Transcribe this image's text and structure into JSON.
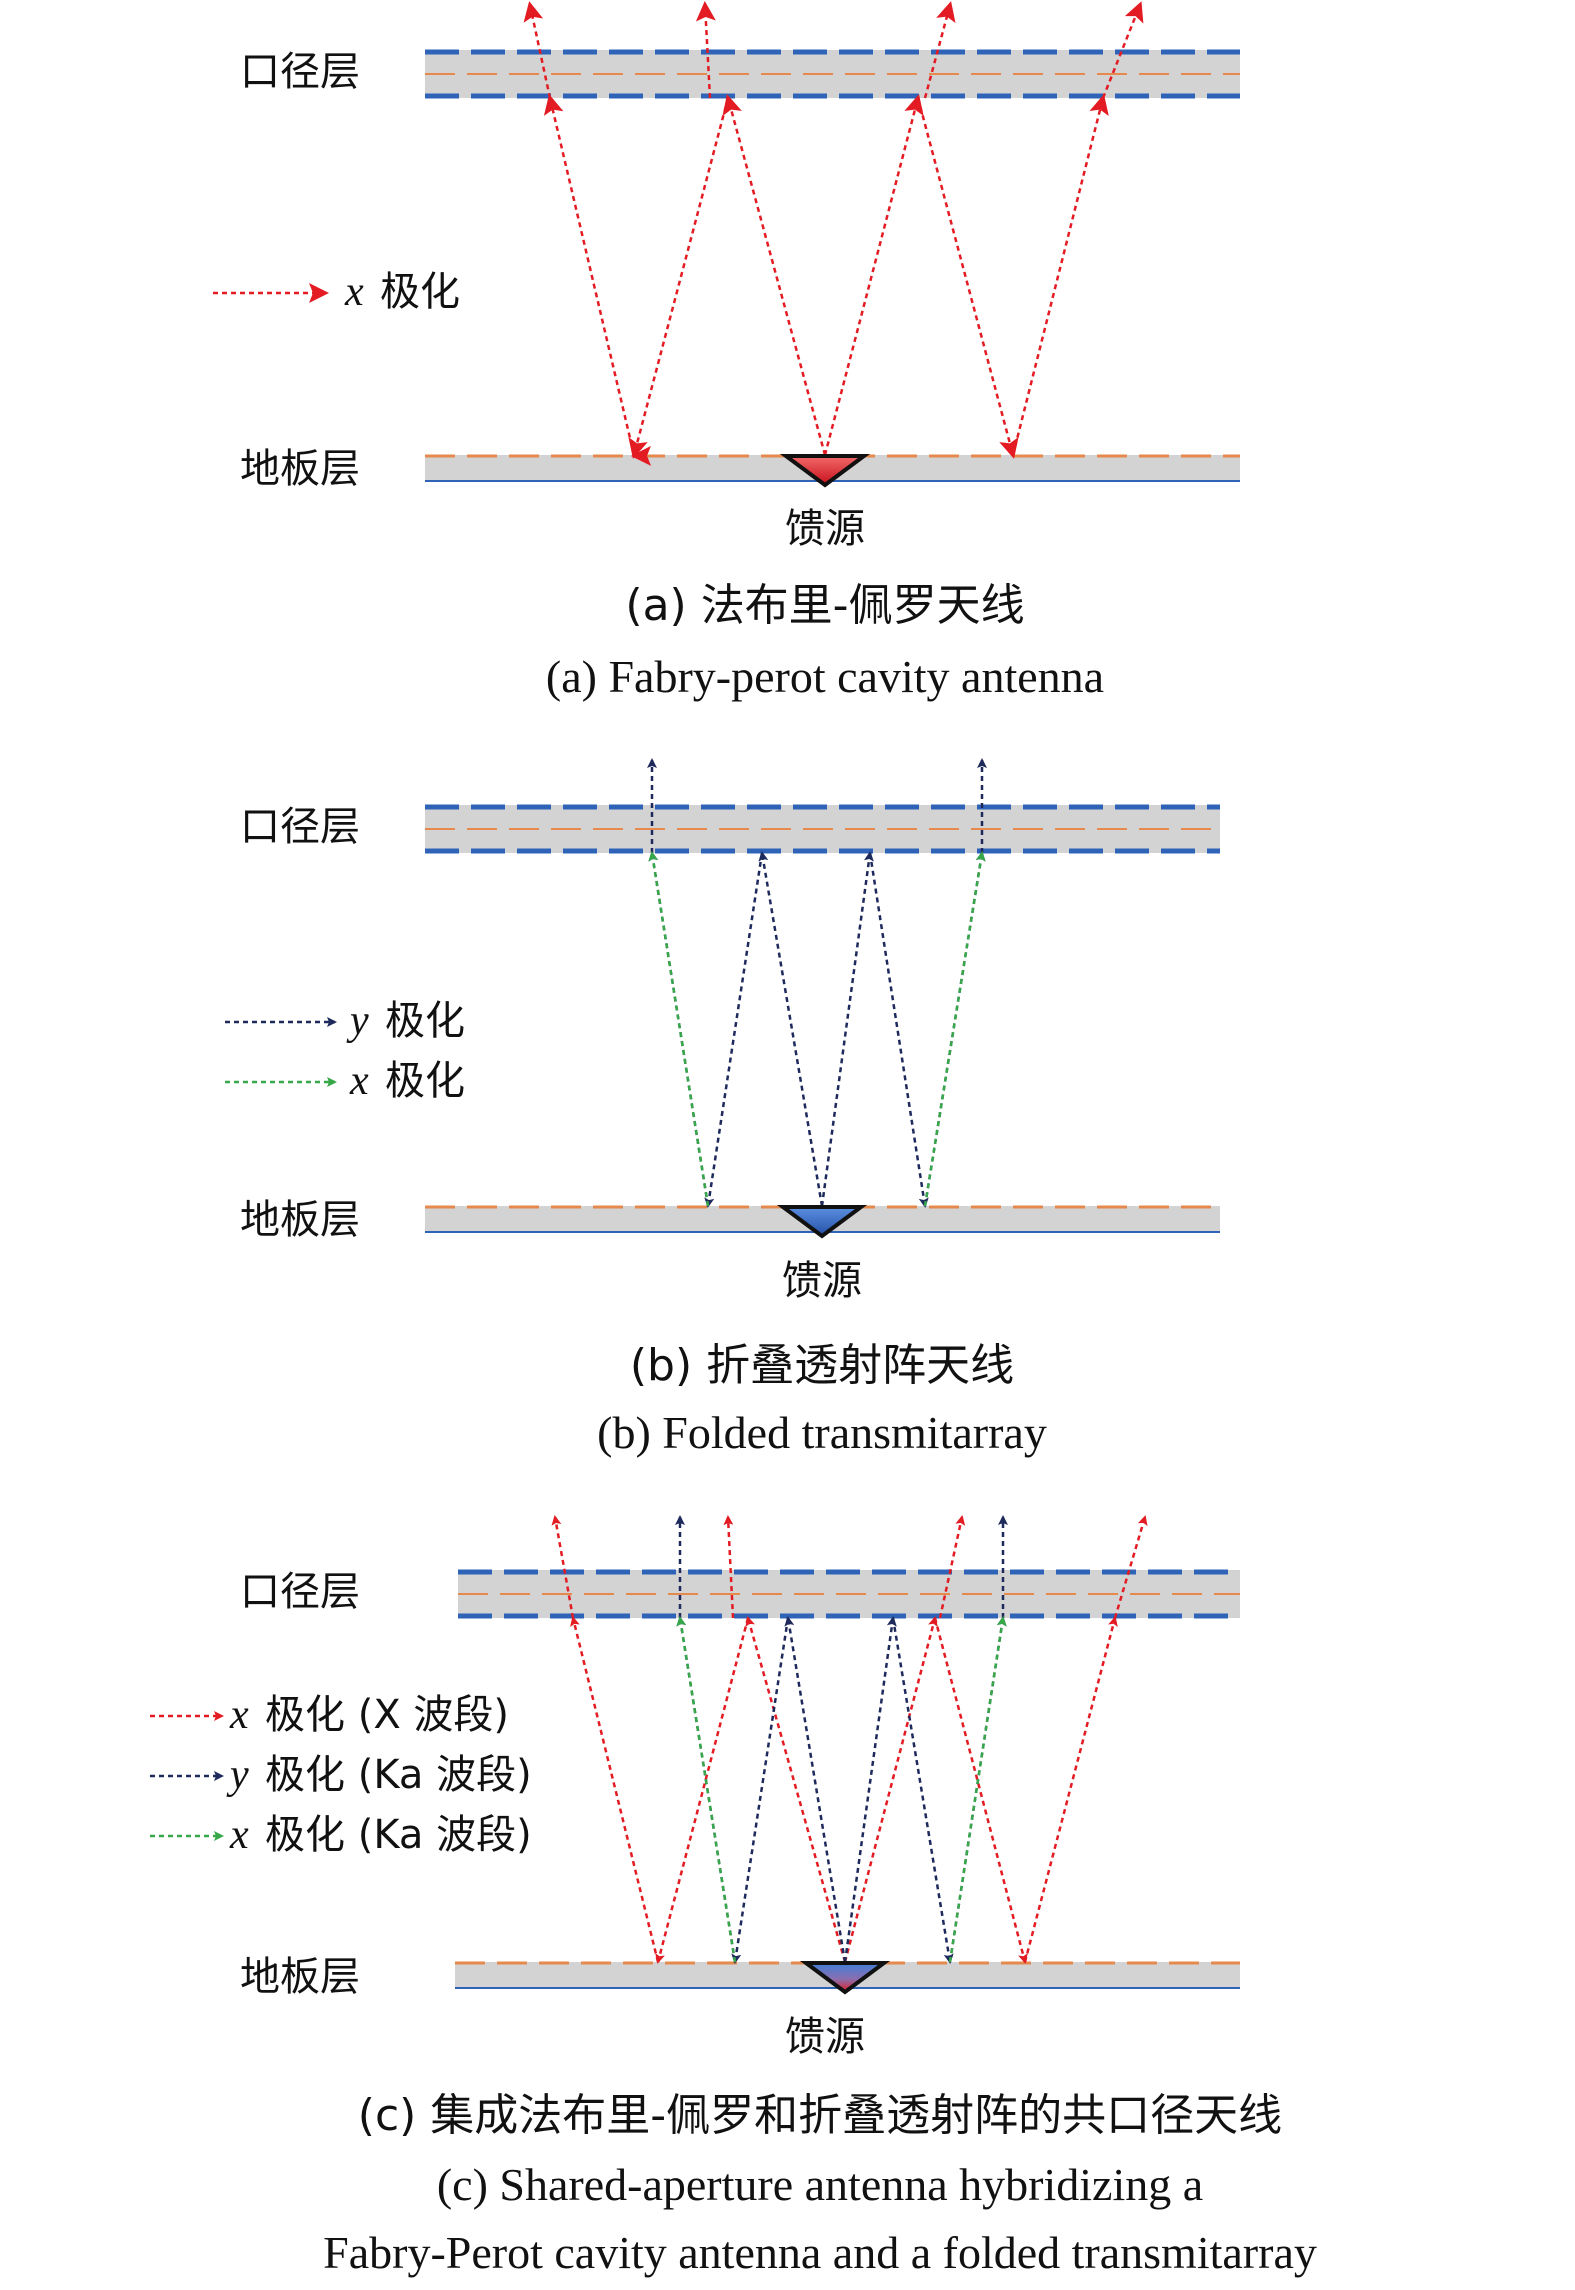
{
  "colors": {
    "red": "#e31b23",
    "navy": "#1f2a5c",
    "green": "#36a84a",
    "blue_dash": "#2e63b8",
    "orange_dash": "#e58a4c",
    "layer_fill": "#d3d3d3"
  },
  "panels": [
    {
      "id": "a",
      "aperture_label": "口径层",
      "ground_label": "地板层",
      "feed_label": "馈源",
      "legend": [
        {
          "color": "red",
          "var": "x",
          "text": "极化"
        }
      ],
      "caption_cn": "(a) 法布里-佩罗天线",
      "caption_en": "(a) Fabry-perot cavity antenna"
    },
    {
      "id": "b",
      "aperture_label": "口径层",
      "ground_label": "地板层",
      "feed_label": "馈源",
      "legend": [
        {
          "color": "navy",
          "var": "y",
          "text": "极化"
        },
        {
          "color": "green",
          "var": "x",
          "text": "极化"
        }
      ],
      "caption_cn": "(b) 折叠透射阵天线",
      "caption_en": "(b) Folded transmitarray"
    },
    {
      "id": "c",
      "aperture_label": "口径层",
      "ground_label": "地板层",
      "feed_label": "馈源",
      "legend": [
        {
          "color": "red",
          "var": "x",
          "text": "极化 (X 波段)"
        },
        {
          "color": "navy",
          "var": "y",
          "text": "极化 (Ka 波段)"
        },
        {
          "color": "green",
          "var": "x",
          "text": "极化 (Ka 波段)"
        }
      ],
      "caption_cn": "(c) 集成法布里-佩罗和折叠透射阵的共口径天线",
      "caption_en_1": "(c) Shared-aperture antenna hybridizing a",
      "caption_en_2": "Fabry-Perot cavity antenna and a folded transmitarray"
    }
  ]
}
